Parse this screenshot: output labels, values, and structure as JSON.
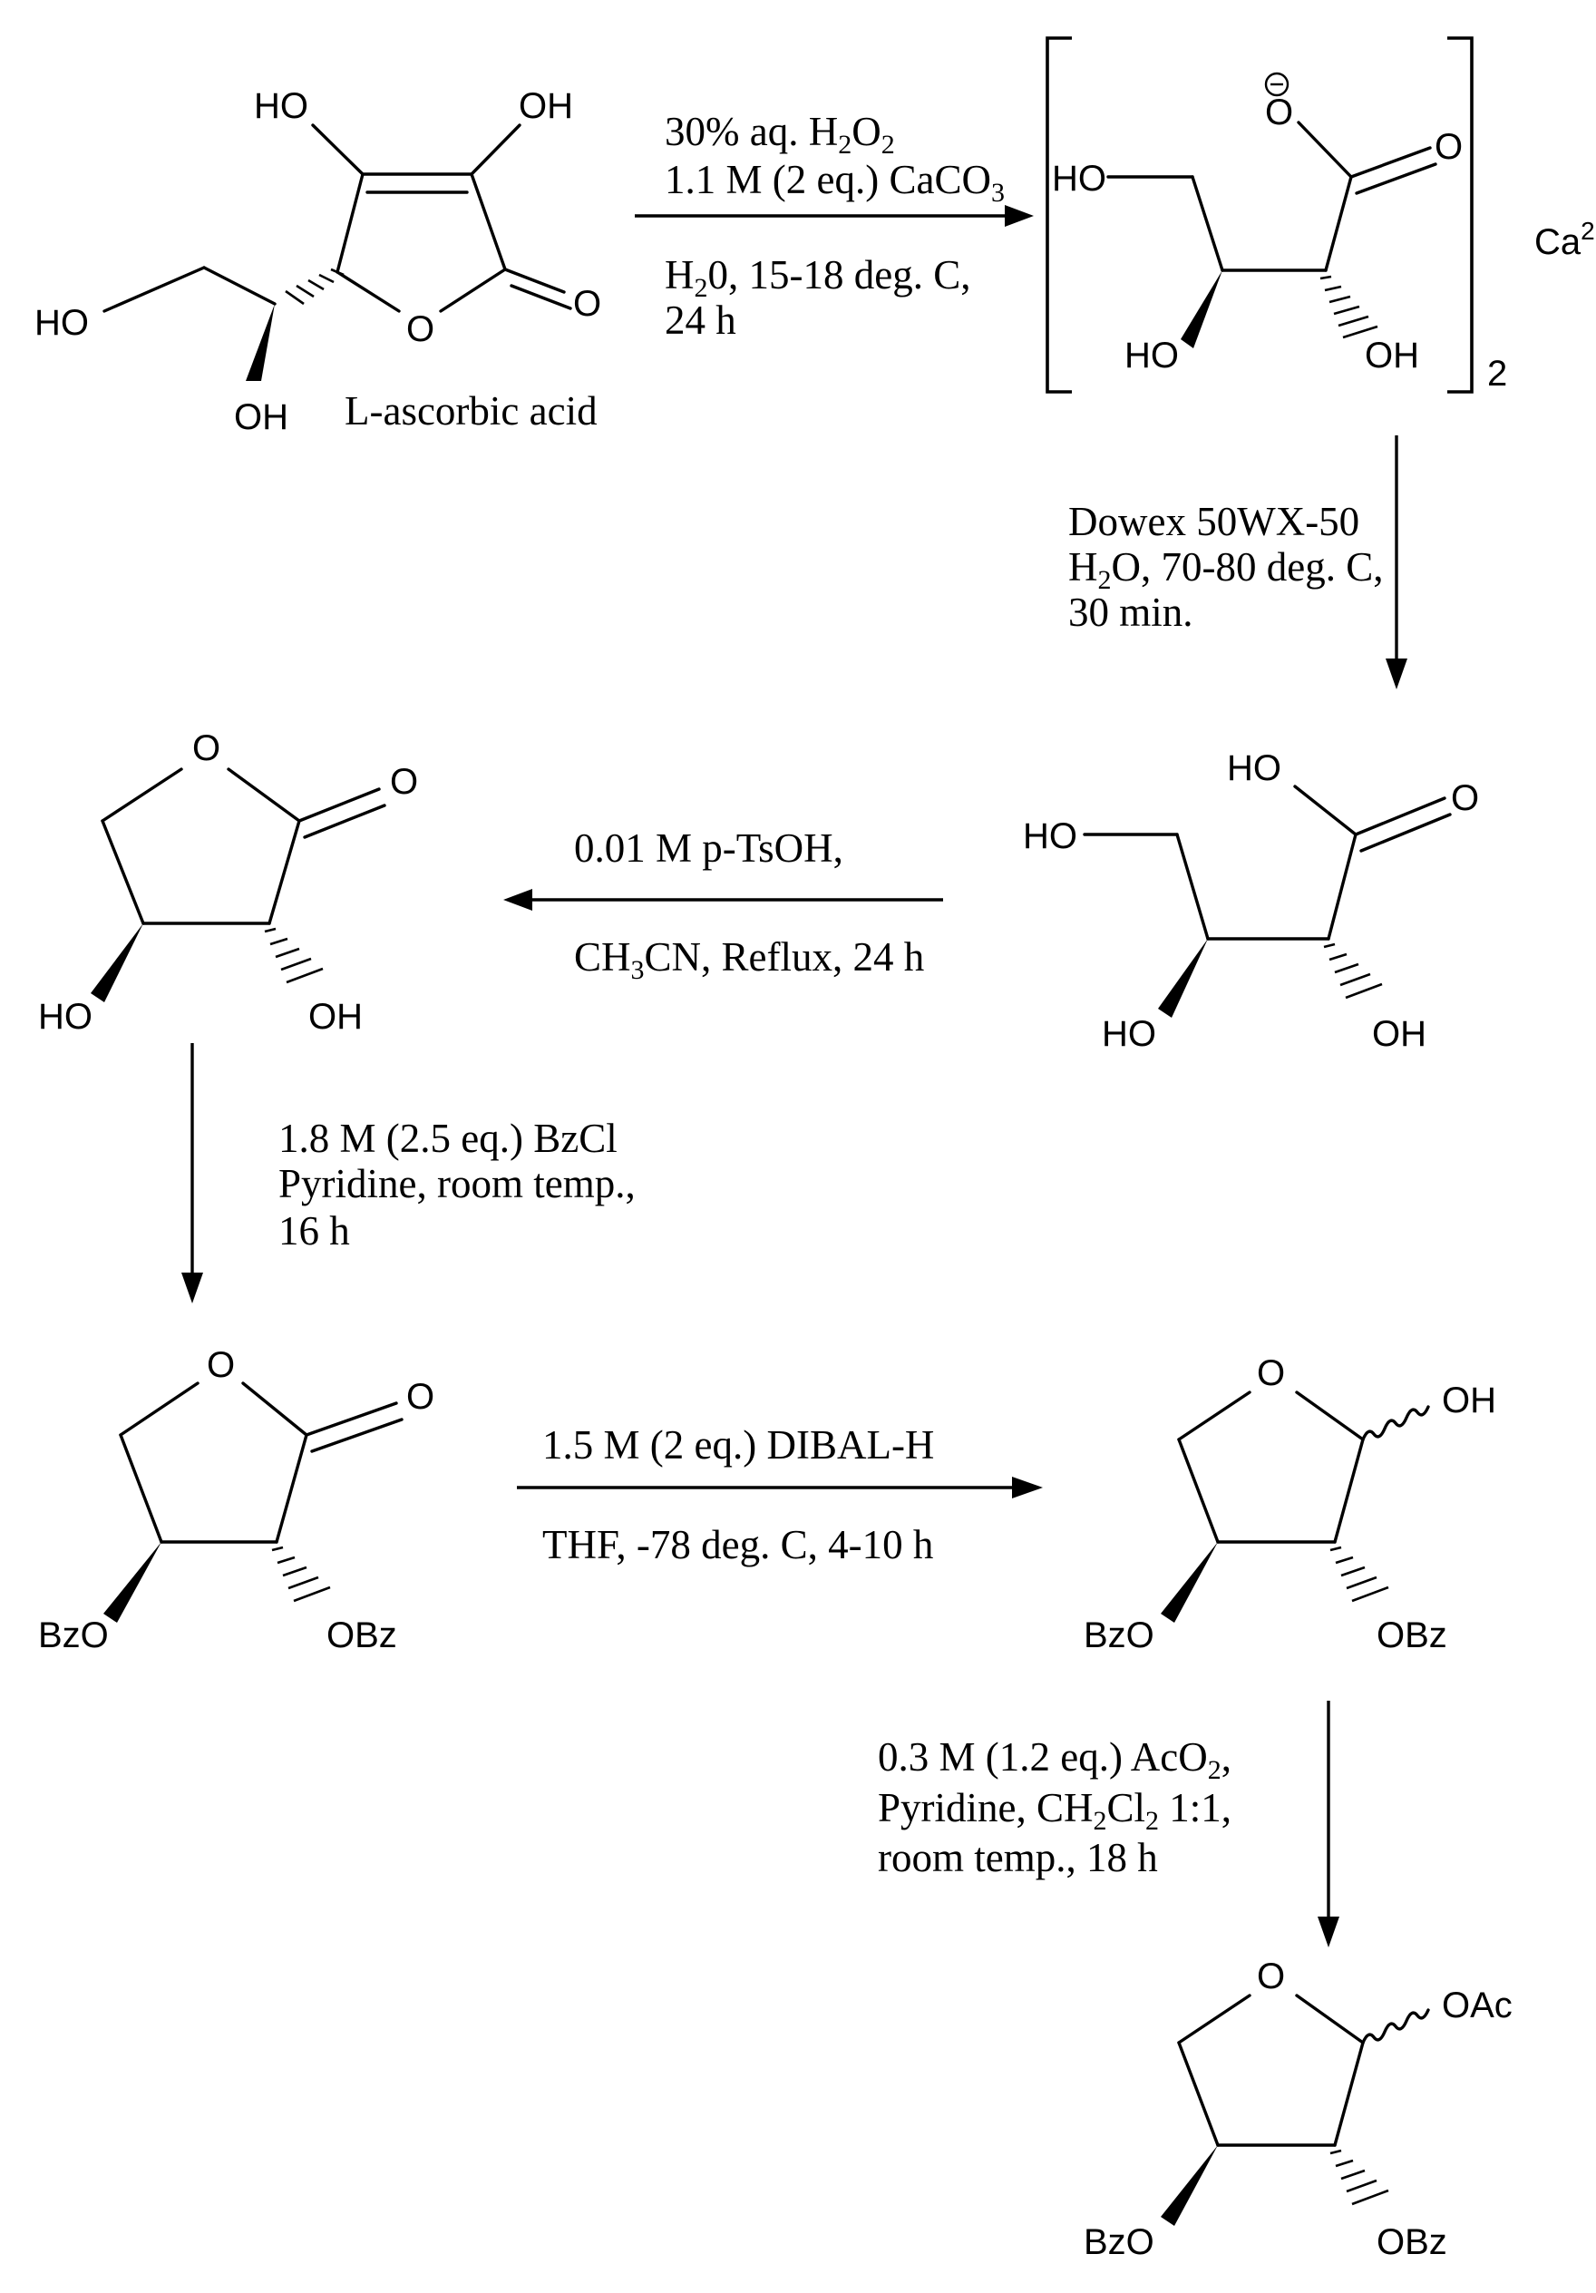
{
  "compounds": {
    "ascorbic": {
      "name": "L-ascorbic acid",
      "oh_top_left": "HO",
      "oh_top_right": "OH",
      "ho_side": "HO",
      "oh_bottom": "OH",
      "ring_o": "O",
      "carbonyl_o": "O"
    },
    "salt": {
      "ho": "HO",
      "anion_o": "O",
      "carbonyl_o": "O",
      "ho_bottom": "HO",
      "oh_bottom": "OH",
      "counterion": "Ca",
      "counterion_charge": "2+",
      "subscript": "2"
    },
    "acid": {
      "ho_acid": "HO",
      "carbonyl_o": "O",
      "ho_side": "HO",
      "ho_bottom": "HO",
      "oh_bottom": "OH"
    },
    "lactone": {
      "ring_o": "O",
      "carbonyl_o": "O",
      "ho": "HO",
      "oh": "OH"
    },
    "dibenzoate": {
      "ring_o": "O",
      "carbonyl_o": "O",
      "bzo": "BzO",
      "obz": "OBz"
    },
    "lactol": {
      "ring_o": "O",
      "oh": "OH",
      "bzo": "BzO",
      "obz": "OBz"
    },
    "acetate": {
      "ring_o": "O",
      "oac": "OAc",
      "bzo": "BzO",
      "obz": "OBz"
    }
  },
  "conditions": {
    "step1": {
      "line1": {
        "a": "30% aq. H",
        "b": "2",
        "c": "O",
        "d": "2"
      },
      "line2": {
        "a": "1.1 M (2 eq.) CaCO",
        "b": "3"
      },
      "line3": {
        "a": "H",
        "b": "2",
        "c": "0, 15-18 deg. C,"
      },
      "line4": "24 h"
    },
    "step2": {
      "line1": "Dowex 50WX-50",
      "line2": {
        "a": "H",
        "b": "2",
        "c": "O, 70-80 deg. C,"
      },
      "line3": "30 min."
    },
    "step3": {
      "line1": "0.01 M p-TsOH,",
      "line2": {
        "a": "CH",
        "b": "3",
        "c": "CN, Reflux, 24 h"
      }
    },
    "step4": {
      "line1": "1.8 M (2.5 eq.) BzCl",
      "line2": "Pyridine, room temp.,",
      "line3": "16 h"
    },
    "step5": {
      "line1": "1.5 M (2 eq.) DIBAL-H",
      "line2": "THF, -78 deg. C, 4-10 h"
    },
    "step6": {
      "line1": {
        "a": "0.3 M (1.2 eq.) AcO",
        "b": "2",
        "c": ","
      },
      "line2": {
        "a": "Pyridine, CH",
        "b": "2",
        "c": "Cl",
        "d": "2",
        "e": " 1:1,"
      },
      "line3": "room temp., 18 h"
    }
  }
}
